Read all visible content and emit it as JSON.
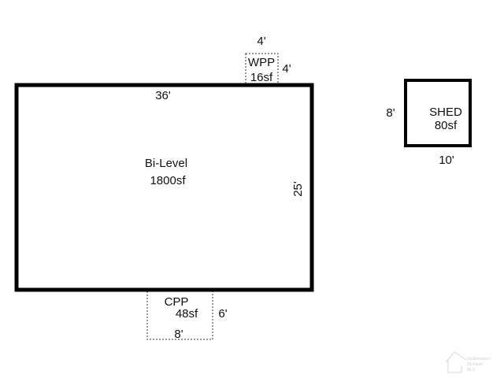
{
  "main": {
    "name": "Bi-Level",
    "area": "1800sf",
    "width_label": "36'",
    "depth_label": "25'"
  },
  "wpp": {
    "name": "WPP",
    "area": "16sf",
    "width_label": "4'",
    "depth_label": "4'"
  },
  "cpp": {
    "name": "CPP",
    "area": "48sf",
    "width_label": "8'",
    "depth_label": "6'"
  },
  "shed": {
    "name": "SHED",
    "area": "80sf",
    "width_label": "10'",
    "depth_label": "8'"
  },
  "watermark": {
    "line1": "Southeastern",
    "line2": "Michigan",
    "line3": "MLS"
  },
  "colors": {
    "line": "#000000",
    "watermark": "#c8c8c8"
  }
}
